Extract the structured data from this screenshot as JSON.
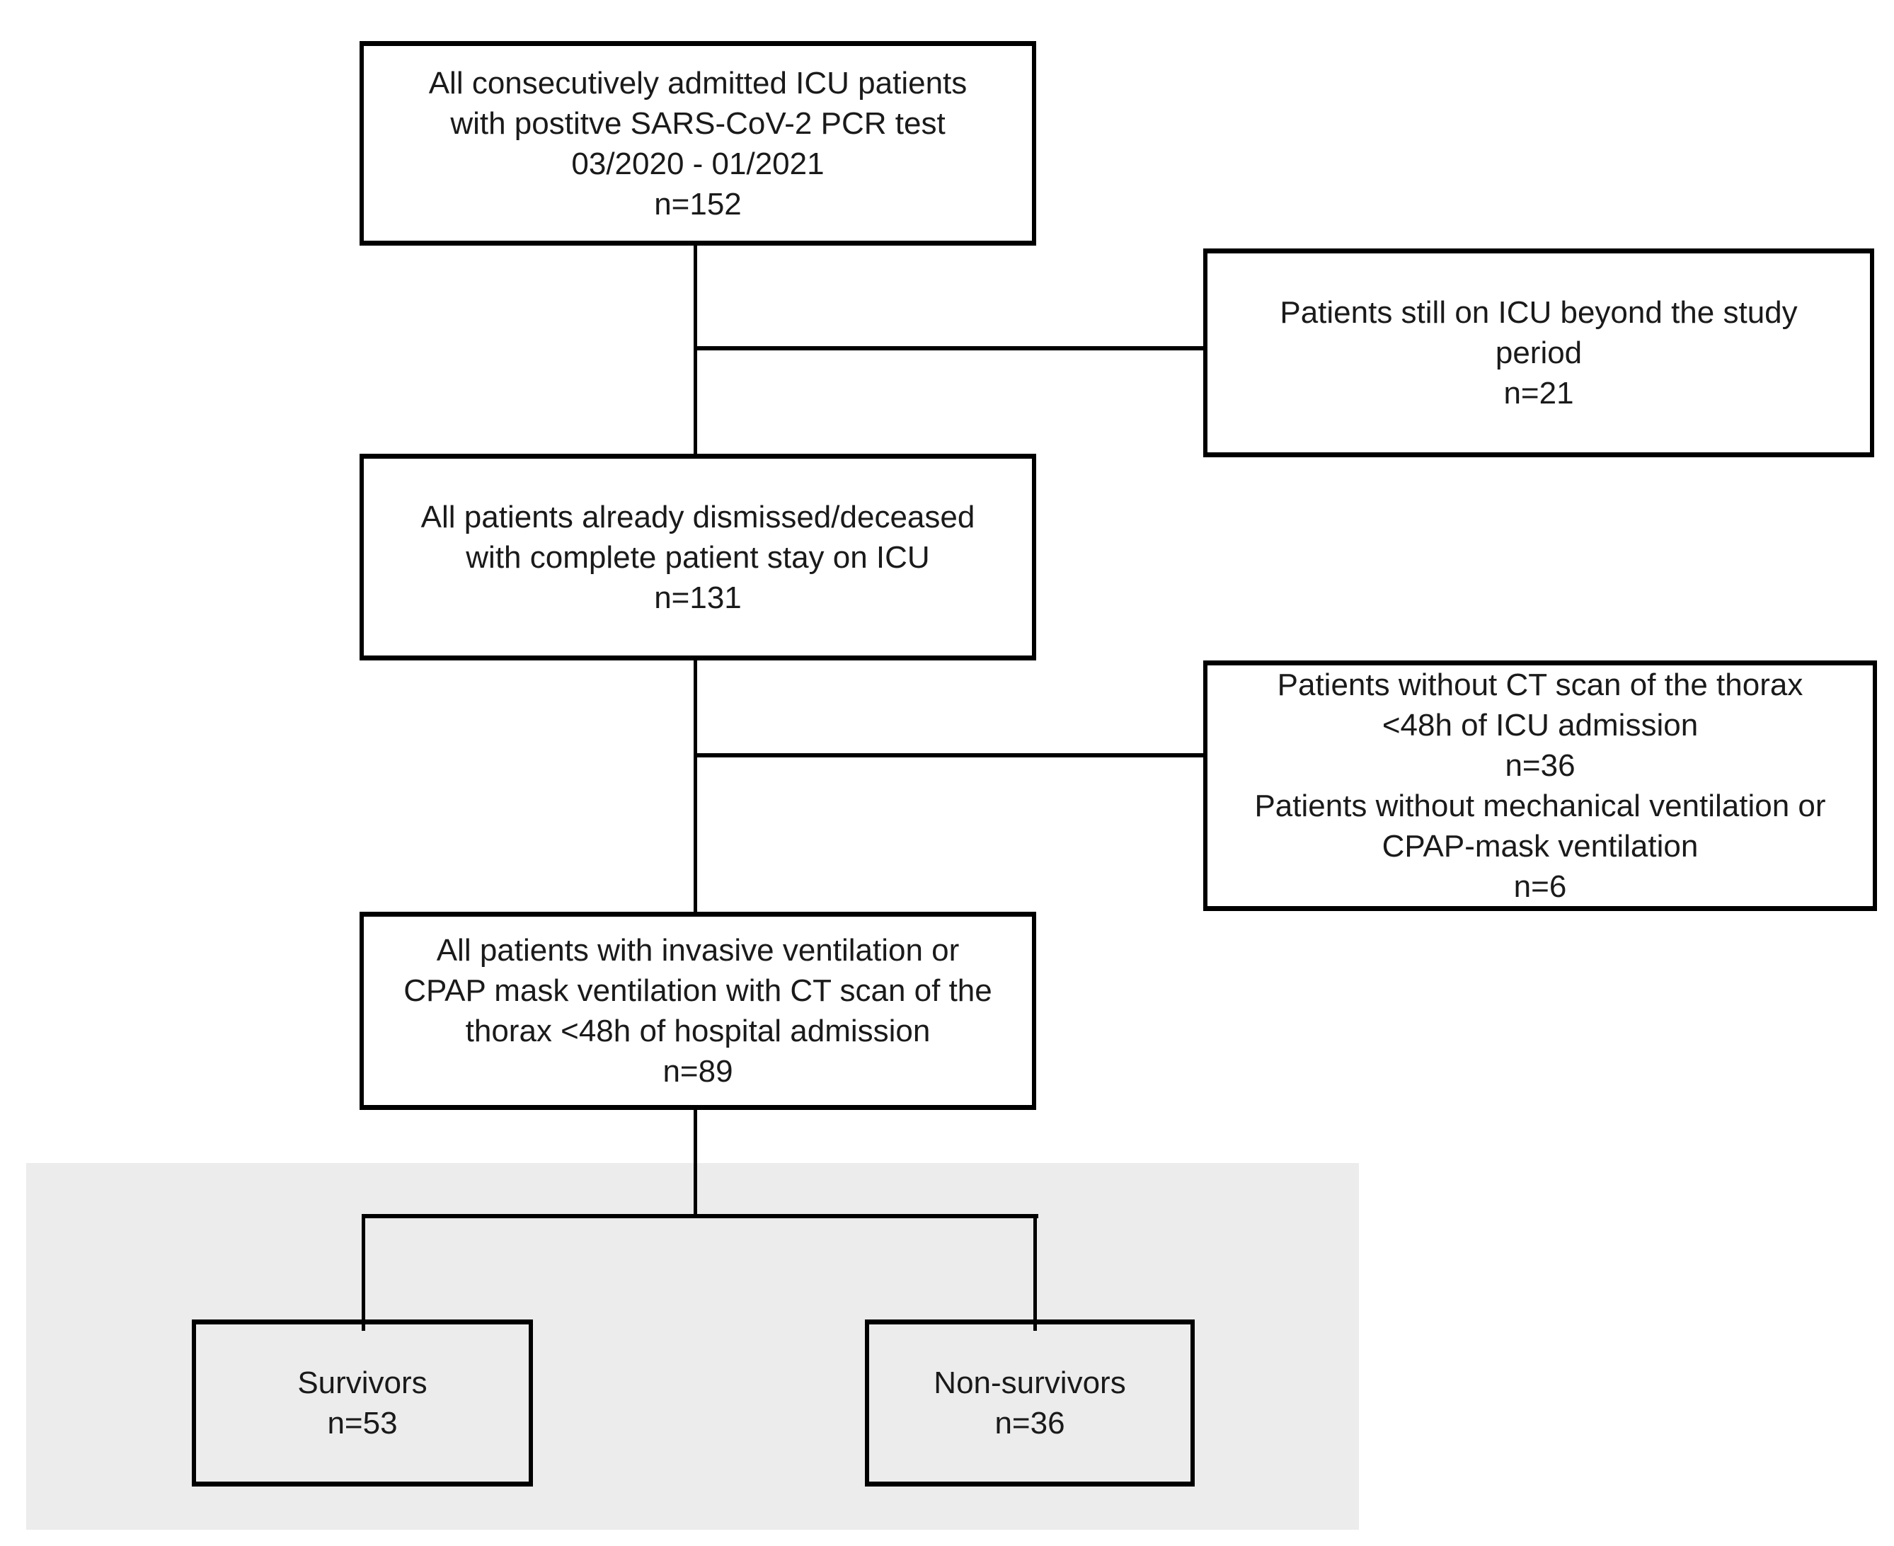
{
  "diagram": {
    "kind": "patient-inclusion-flowchart",
    "colors": {
      "line": "#000000",
      "box_fill": "#ffffff",
      "highlight_panel": "#ececec",
      "text": "#1a1a1a"
    },
    "boxes": {
      "enrollment": {
        "lines": [
          "All consecutively admitted ICU patients",
          "with postitve SARS-CoV-2 PCR test",
          "03/2020 - 01/2021",
          "n=152"
        ],
        "n": 152
      },
      "excluded_still_on_icu": {
        "lines": [
          "Patients still on ICU beyond the study",
          "period",
          "n=21"
        ],
        "n": 21
      },
      "complete_icu_stay": {
        "lines": [
          "All patients already dismissed/deceased",
          "with complete patient stay on ICU",
          "n=131"
        ],
        "n": 131
      },
      "excluded_no_ct_or_no_ventilation": {
        "lines": [
          "Patients without CT scan of the thorax",
          "<48h of ICU admission",
          "n=36",
          "Patients without mechanical ventilation or",
          "CPAP-mask ventilation",
          "n=6"
        ],
        "n_without_ct": 36,
        "n_without_ventilation": 6
      },
      "analyzed_ventilation_ct": {
        "lines": [
          "All patients with invasive ventilation or",
          "CPAP mask ventilation with CT scan of the",
          "thorax <48h of hospital admission",
          "n=89"
        ],
        "n": 89
      },
      "survivors": {
        "lines": [
          "Survivors",
          "n=53"
        ],
        "n": 53
      },
      "non_survivors": {
        "lines": [
          "Non-survivors",
          "n=36"
        ],
        "n": 36
      }
    }
  }
}
